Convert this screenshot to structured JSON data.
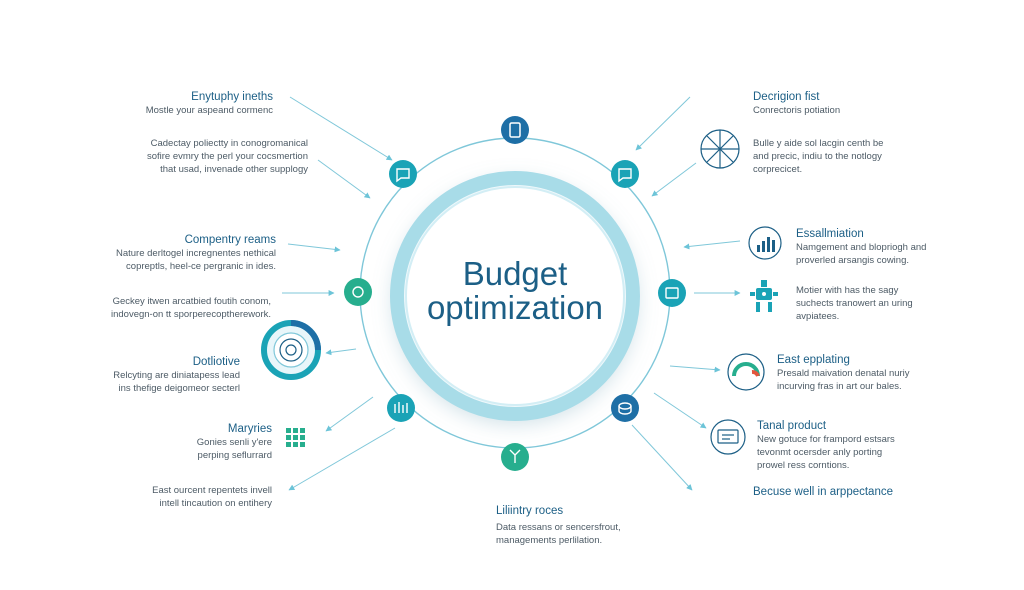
{
  "center": {
    "line1": "Budget",
    "line2": "optimization"
  },
  "left": [
    {
      "title": "Enytuphy ineths",
      "desc": [
        "Mostle your aspeand cormenc"
      ]
    },
    {
      "title": "",
      "desc": [
        "Cadectay poliectty in conogromanical",
        "sofire evmry the perl your cocsmertion",
        "that usad, invenade other supplogy"
      ]
    },
    {
      "title": "Compentry reams",
      "desc": [
        "Nature derltogel incregnentes nethical",
        "copreptls, heel-ce pergranic in ides."
      ]
    },
    {
      "title": "",
      "desc": [
        "Geckey itwen arcatbied foutih conom,",
        "indovegn-on tt sporperecoptherework."
      ]
    },
    {
      "title": "Dotliotive",
      "desc": [
        "Relcyting are diniatapess lead",
        "ins thefige deigomeor secterl"
      ]
    },
    {
      "title": "Maryries",
      "desc": [
        "Gonies senli y'ere",
        "perping seflurrard"
      ]
    },
    {
      "title": "",
      "desc": [
        "East ourcent repentets invell",
        "intell tincaution on entihery"
      ]
    }
  ],
  "right": [
    {
      "title": "Decrigion fist",
      "desc": [
        "Conrectoris potiation"
      ]
    },
    {
      "title": "",
      "desc": [
        "Bulle y aide sol lacgin centh be",
        "and precic, indiu to the notlogy",
        "corprecicet."
      ]
    },
    {
      "title": "Essallmiation",
      "desc": [
        "Namgement and blopriogh and",
        "proverled arsangis cowing."
      ]
    },
    {
      "title": "",
      "desc": [
        "Motier with has the sagy",
        "suchects tranowert an uring",
        "avpiatees."
      ]
    },
    {
      "title": "East epplating",
      "desc": [
        "Presald maivation denatal nuriy",
        "incurving fras in art our bales."
      ]
    },
    {
      "title": "Tanal product",
      "desc": [
        "New gotuce for frampord estsars",
        "tevonmt ocersder anly porting",
        "prowel ress corntions."
      ]
    }
  ],
  "right_footer": {
    "title": "Becuse well in arppectance"
  },
  "bottom": {
    "title": "Liliintry roces",
    "desc": [
      "Data ressans or sencersfrout,",
      "managements perlilation."
    ]
  },
  "colors": {
    "ring": "#a8dce8",
    "ring_dark": "#6cc4d8",
    "orbit": "#7fc7d9",
    "node_teal": "#1aa3b6",
    "node_blue": "#1e6fa6",
    "node_green": "#27ae8e",
    "title_text": "#1c5f86",
    "arrow": "#7fc7d9"
  },
  "icons": {
    "nodes": [
      "tablet-icon",
      "chat-bubble-icon",
      "chat-bubble-icon",
      "document-icon",
      "ledger-icon",
      "cylinder-icon",
      "branch-icon",
      "building-icon"
    ],
    "side": [
      "network-wheel-icon",
      "bar-chart-icon",
      "robot-icon",
      "gauge-icon",
      "screen-chat-icon",
      "target-ring-icon",
      "grid-icon"
    ]
  }
}
